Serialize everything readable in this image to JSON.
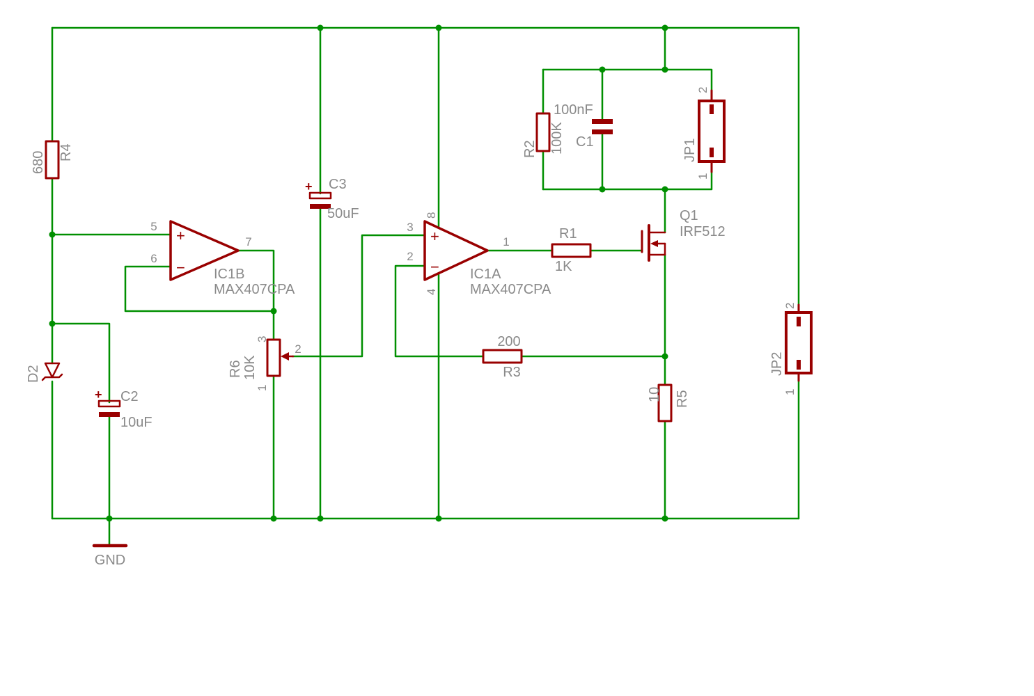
{
  "colors": {
    "wire_green": "#008f00",
    "component_red": "#990000",
    "label_gray": "#8a8a8a",
    "background": "#ffffff"
  },
  "components": {
    "r4": {
      "name": "R4",
      "value": "680"
    },
    "d2": {
      "name": "D2"
    },
    "c2": {
      "name": "C2",
      "value": "10uF",
      "polarity": "+"
    },
    "gnd": {
      "label": "GND"
    },
    "ic1b": {
      "name": "IC1B",
      "part": "MAX407CPA",
      "pin_noninv": "5",
      "pin_inv": "6",
      "pin_out": "7",
      "plus_sign": "+",
      "minus_sign": "−"
    },
    "c3": {
      "name": "C3",
      "value": "50uF",
      "polarity": "+"
    },
    "ic1a": {
      "name": "IC1A",
      "part": "MAX407CPA",
      "pin_noninv": "3",
      "pin_inv": "2",
      "pin_out": "1",
      "pin_vplus": "8",
      "pin_vminus": "4",
      "plus_sign": "+",
      "minus_sign": "−"
    },
    "r1": {
      "name": "R1",
      "value": "1K"
    },
    "q1": {
      "name": "Q1",
      "part": "IRF512"
    },
    "r2": {
      "name": "R2",
      "value": "100K"
    },
    "c1": {
      "name": "C1",
      "value": "100nF"
    },
    "jp1": {
      "name": "JP1",
      "pin1": "1",
      "pin2": "2"
    },
    "jp2": {
      "name": "JP2",
      "pin1": "1",
      "pin2": "2"
    },
    "r6": {
      "name": "R6",
      "value": "10K",
      "pin_top": "3",
      "pin_wiper": "2",
      "pin_bottom": "1"
    },
    "r3": {
      "name": "R3",
      "value": "200"
    },
    "r5": {
      "name": "R5",
      "value": "10"
    }
  }
}
